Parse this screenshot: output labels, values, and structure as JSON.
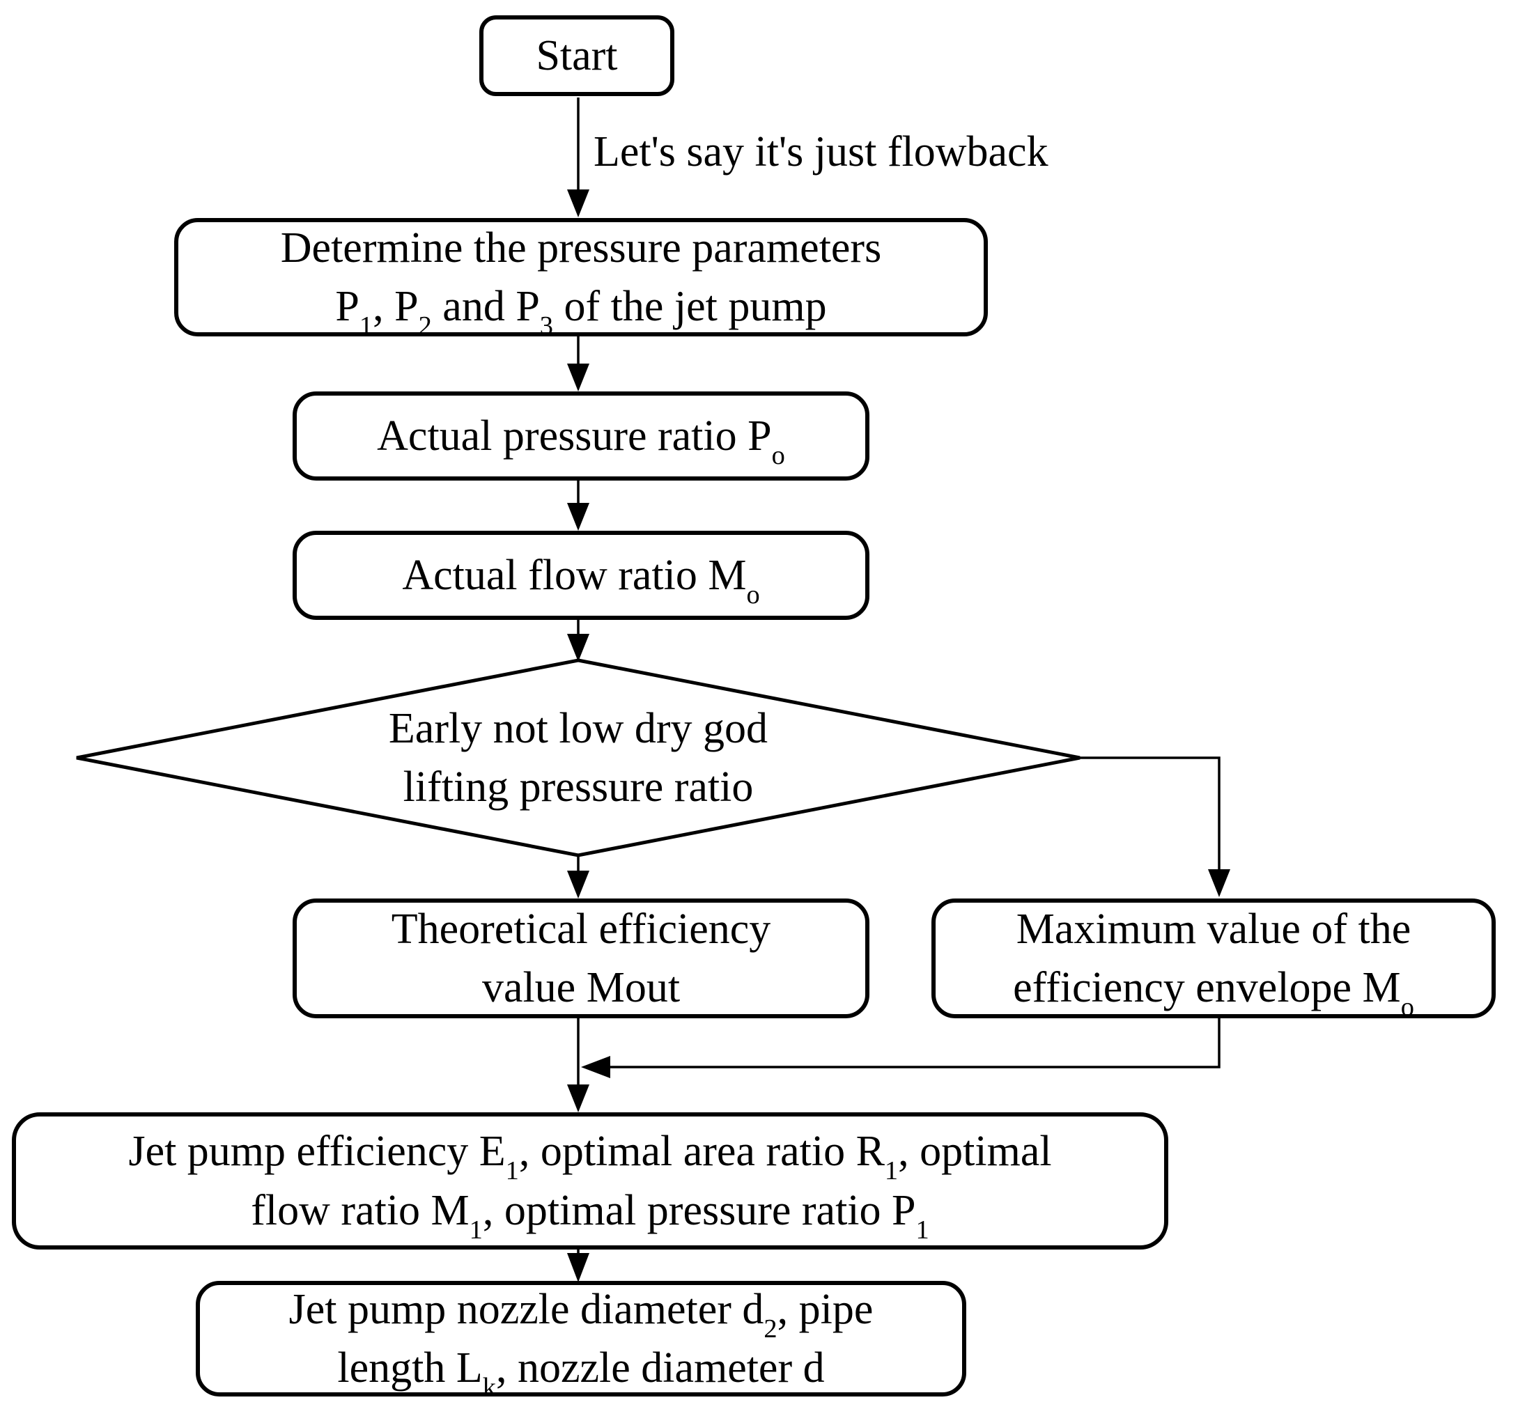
{
  "diagram": {
    "type": "flowchart",
    "colors": {
      "stroke": "#000000",
      "background": "#ffffff",
      "text": "#000000"
    },
    "edge_label": "Let's say it's just flowback",
    "nodes": {
      "start": {
        "shape": "rounded-rect",
        "lines": [
          [
            "Start"
          ]
        ]
      },
      "determine_pressure_params": {
        "shape": "rounded-rect",
        "lines": [
          [
            "Determine the pressure parameters"
          ],
          [
            "P",
            "_1",
            ", P",
            "_2",
            " and P",
            "_3",
            " of the jet pump"
          ]
        ]
      },
      "actual_pressure_ratio": {
        "shape": "rounded-rect",
        "lines": [
          [
            "Actual pressure ratio P",
            "_o"
          ]
        ]
      },
      "actual_flow_ratio": {
        "shape": "rounded-rect",
        "lines": [
          [
            "Actual flow ratio M",
            "_o"
          ]
        ]
      },
      "decision": {
        "shape": "diamond",
        "lines": [
          [
            "Early not low dry god"
          ],
          [
            "lifting pressure ratio"
          ]
        ]
      },
      "theoretical_efficiency": {
        "shape": "rounded-rect",
        "lines": [
          [
            "Theoretical efficiency"
          ],
          [
            "value Mout"
          ]
        ]
      },
      "max_efficiency_envelope": {
        "shape": "rounded-rect",
        "lines": [
          [
            "Maximum value of the"
          ],
          [
            "efficiency envelope M",
            "_o"
          ]
        ]
      },
      "jet_pump_efficiency": {
        "shape": "rounded-rect",
        "lines": [
          [
            "Jet pump efficiency E",
            "_1",
            ", optimal area ratio R",
            "_1",
            ", optimal"
          ],
          [
            "flow ratio M",
            "_1",
            ", optimal pressure ratio P",
            "_1"
          ]
        ]
      },
      "nozzle_diameter": {
        "shape": "rounded-rect",
        "lines": [
          [
            "Jet pump nozzle diameter d",
            "_2",
            ", pipe"
          ],
          [
            "length L",
            "_k",
            ", nozzle diameter d"
          ]
        ]
      }
    }
  }
}
